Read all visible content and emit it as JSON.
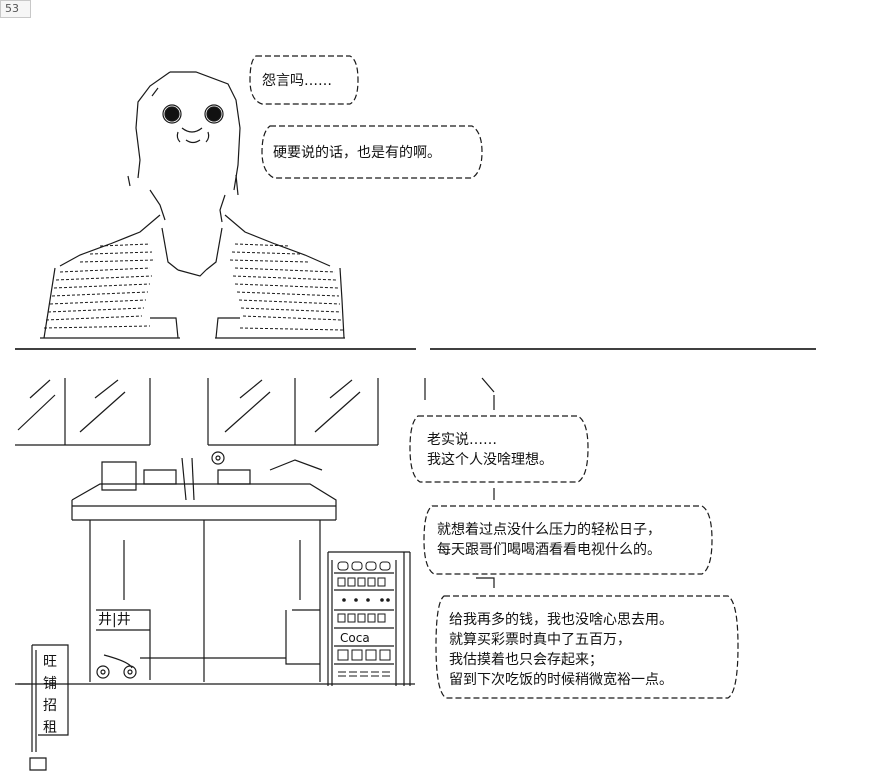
{
  "page_number": "53",
  "bubbles": {
    "top1": "怨言吗……",
    "top2": "硬要说的话，也是有的啊。",
    "mid1": [
      "老实说……",
      "我这个人没啥理想。"
    ],
    "mid2": [
      "就想着过点没什么压力的轻松日子，",
      "每天跟哥们喝喝酒看看电视什么的。"
    ],
    "mid3": [
      "给我再多的钱，我也没啥心思去用。",
      "就算买彩票时真中了五百万，",
      "我估摸着也只会存起来；",
      "留到下次吃饭的时候稍微宽裕一点。"
    ]
  },
  "shop": {
    "sign_chars": [
      "旺",
      "铺",
      "招",
      "租"
    ],
    "shelf_label": "Coca",
    "window_marks": "井|井"
  },
  "colors": {
    "ink": "#1a1a1a",
    "rule": "#000000",
    "page_badge_border": "#c8c8c8"
  }
}
